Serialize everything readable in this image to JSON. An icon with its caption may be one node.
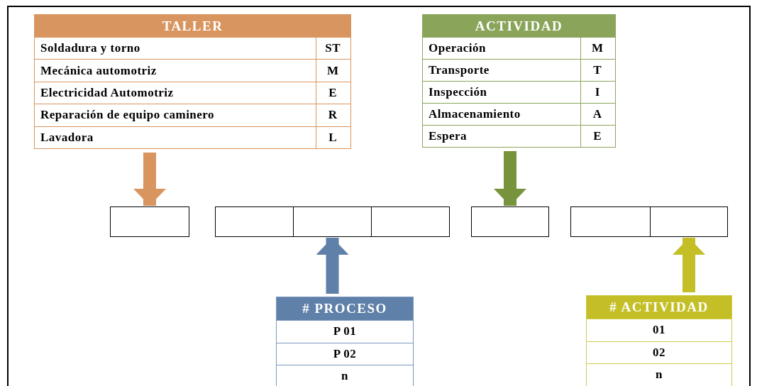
{
  "diagram": {
    "nodes": [
      {
        "text": [
          "TALLER"
        ]
      },
      {
        "text": [
          "ACTIVIDAD"
        ]
      },
      {
        "text": [],
        "shape": "box"
      },
      {
        "text": [],
        "shape": "box"
      },
      {
        "text": [],
        "shape": "box"
      },
      {
        "text": [],
        "shape": "box"
      },
      {
        "text": [],
        "shape": "box"
      },
      {
        "text": [],
        "shape": "box"
      },
      {
        "text": [],
        "shape": "box"
      },
      {
        "text": [
          "# PROCESO"
        ]
      },
      {
        "text": [
          "# ACTIVIDAD"
        ]
      }
    ],
    "edges": [
      {
        "from": 0,
        "to": 2,
        "arrow": "to",
        "color": "#d9955f"
      },
      {
        "from": 1,
        "to": 6,
        "arrow": "to",
        "color": "#77933c"
      },
      {
        "from": 9,
        "to": 4,
        "arrow": "to",
        "color": "#5f80a8"
      },
      {
        "from": 10,
        "to": 8,
        "arrow": "to",
        "color": "#c4bf27"
      }
    ],
    "labels": [
      "Soldadura y torno",
      "ST",
      "Mecánica automotriz",
      "M",
      "Electricidad Automotriz",
      "E",
      "Reparación de equipo caminero",
      "R",
      "Lavadora",
      "L",
      "Operación",
      "M",
      "Transporte",
      "T",
      "Inspección",
      "I",
      "Almacenamiento",
      "A",
      "Espera",
      "E",
      "P 01",
      "P 02",
      "n",
      "01",
      "02",
      "n"
    ]
  }
}
